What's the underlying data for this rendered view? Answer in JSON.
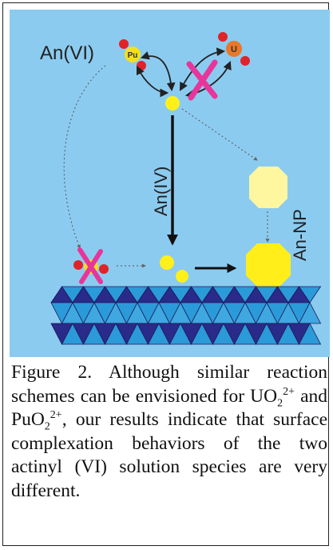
{
  "diagram": {
    "an_vi_label": "An(VI)",
    "pu_label": "Pu",
    "u_label": "U",
    "an_iv_label": "An(IV)",
    "an_np_label": "An-NP",
    "colors": {
      "background": "#8ccbf0",
      "uranyl_metal": "#e8782a",
      "pu_metal": "#f2e021",
      "oxygen": "#e02328",
      "cross": "#e8359a",
      "particle": "#fff01a",
      "nanoparticle_small": "#fff6a0",
      "nanoparticle_large": "#ffee1a",
      "mineral_dark": "#2a2a8a",
      "mineral_light": "#2b9ad8"
    }
  },
  "caption": {
    "figure_label": "Figure 2.",
    "part1": "Although similar reaction schemes can be envisioned for UO",
    "sub1": "2",
    "sup1": "2+",
    "and": " and PuO",
    "sub2": "2",
    "sup2": "2+",
    "part2": ", our results indicate that surface complexation behaviors of the two actinyl (VI) solution species are very different."
  }
}
